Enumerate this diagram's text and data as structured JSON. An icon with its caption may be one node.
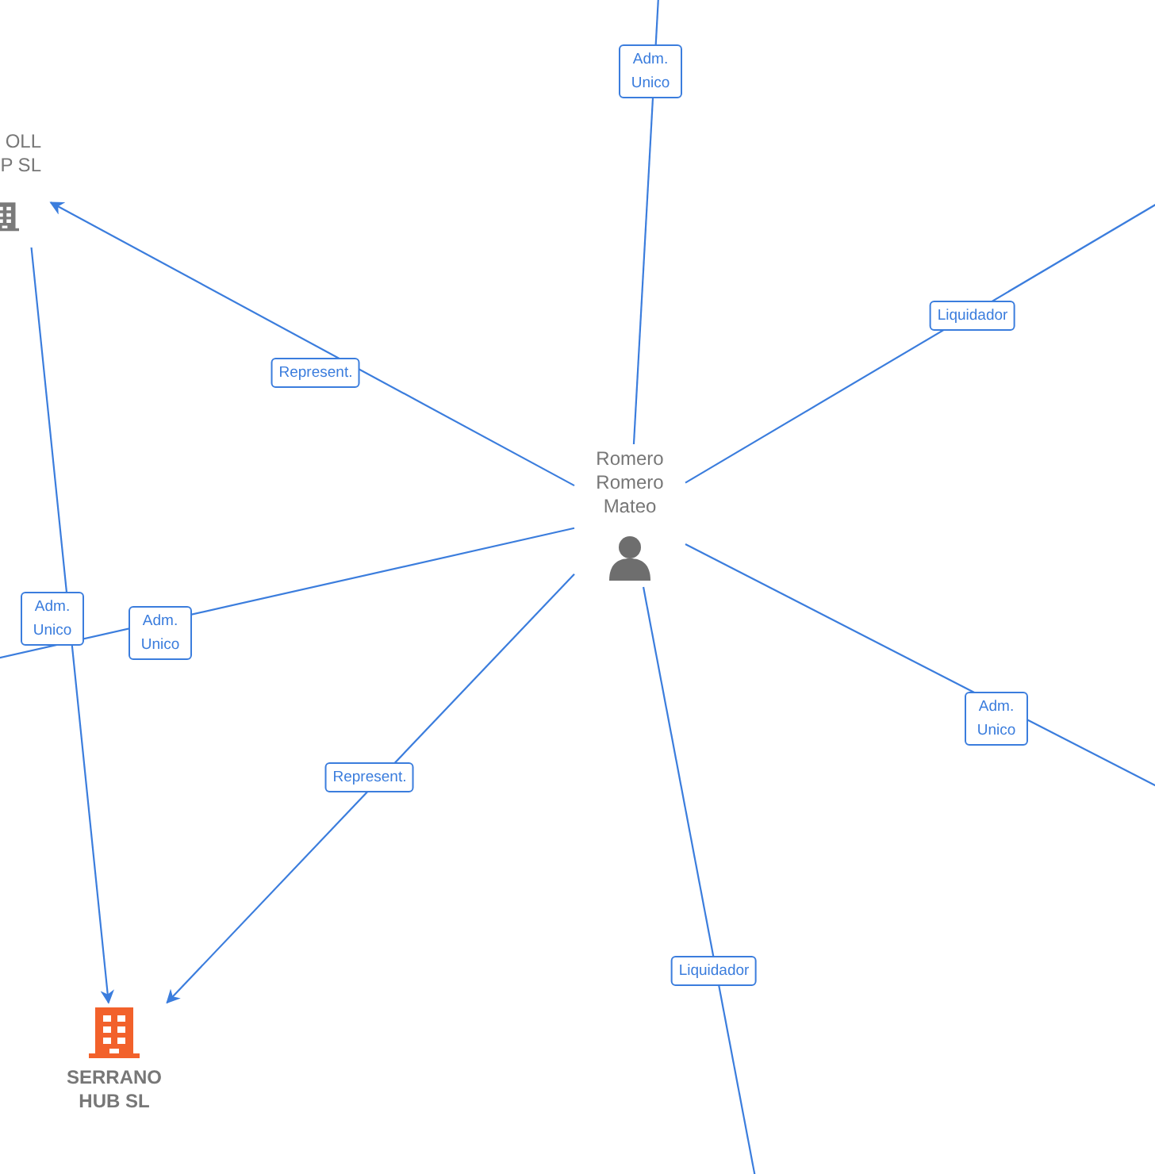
{
  "diagram": {
    "nodes": [
      {
        "text": [
          "Romero Romero Mateo"
        ]
      },
      {
        "text": [
          "OLL P SL"
        ]
      },
      {
        "text": [
          "SERRANO HUB SL"
        ]
      }
    ],
    "edges": [
      {
        "from": 0,
        "to": null,
        "arrow": "none",
        "label": "Adm. Unico"
      },
      {
        "from": 0,
        "to": null,
        "arrow": "none",
        "label": "Liquidador"
      },
      {
        "from": 0,
        "to": 1,
        "arrow": "to",
        "label": "Represent."
      },
      {
        "from": 0,
        "to": null,
        "arrow": "none",
        "label": "Adm. Unico"
      },
      {
        "from": 0,
        "to": 2,
        "arrow": "to",
        "label": "Represent."
      },
      {
        "from": 0,
        "to": null,
        "arrow": "none",
        "label": "Liquidador"
      },
      {
        "from": 0,
        "to": null,
        "arrow": "none",
        "label": "Adm. Unico"
      },
      {
        "from": 1,
        "to": 2,
        "arrow": "to",
        "label": "Adm. Unico"
      }
    ]
  }
}
